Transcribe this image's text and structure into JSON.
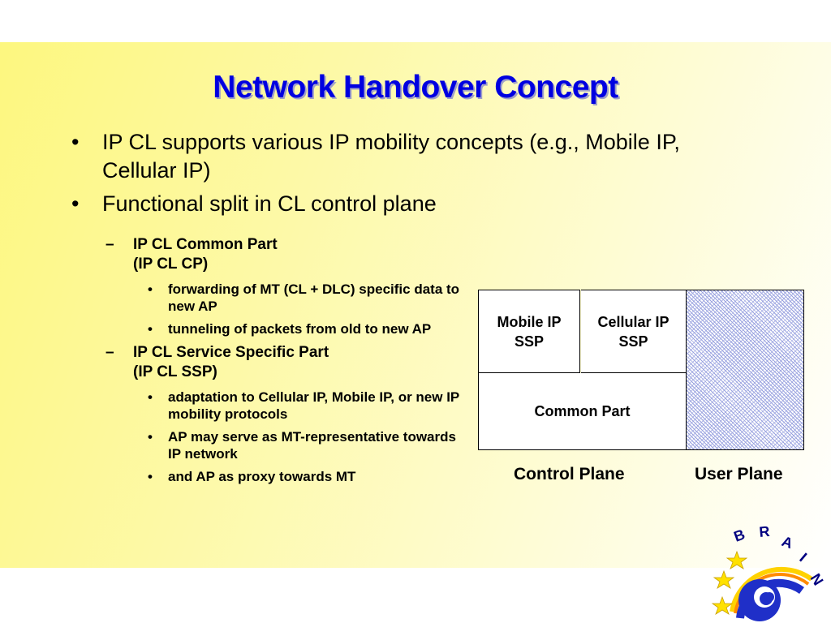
{
  "slide": {
    "title": "Network Handover Concept",
    "bullets": [
      {
        "marker": "•",
        "text": "IP CL supports various IP mobility concepts (e.g., Mobile IP, Cellular IP)"
      },
      {
        "marker": "•",
        "text": "Functional split in CL control plane"
      }
    ],
    "subsections": [
      {
        "marker": "–",
        "title": "IP CL Common Part",
        "abbrev": "(IP CL CP)",
        "items": [
          "forwarding of MT (CL + DLC) specific data to new AP",
          "tunneling of packets from old to new AP"
        ]
      },
      {
        "marker": "–",
        "title": "IP CL Service Specific Part",
        "abbrev": "(IP CL SSP)",
        "items": [
          "adaptation to  Cellular IP, Mobile IP, or new IP mobility protocols",
          "AP may serve as MT-representative towards IP network",
          "and AP as proxy towards MT"
        ]
      }
    ],
    "item_marker": "•"
  },
  "diagram": {
    "mobile_ip_line1": "Mobile IP",
    "mobile_ip_line2": "SSP",
    "cellular_ip_line1": "Cellular IP",
    "cellular_ip_line2": "SSP",
    "common_part": "Common Part",
    "control_plane_label": "Control Plane",
    "user_plane_label": "User Plane"
  },
  "logo": {
    "letters": [
      "B",
      "R",
      "A",
      "I",
      "N"
    ],
    "colors": {
      "ring_blue": "#1f2fc8",
      "ring_yellow": "#ffd200",
      "ring_orange": "#ff8a00",
      "star": "#ffe100"
    }
  },
  "colors": {
    "title": "#0000e0",
    "band_start": "#fdf77f",
    "band_end": "#ffffff"
  }
}
